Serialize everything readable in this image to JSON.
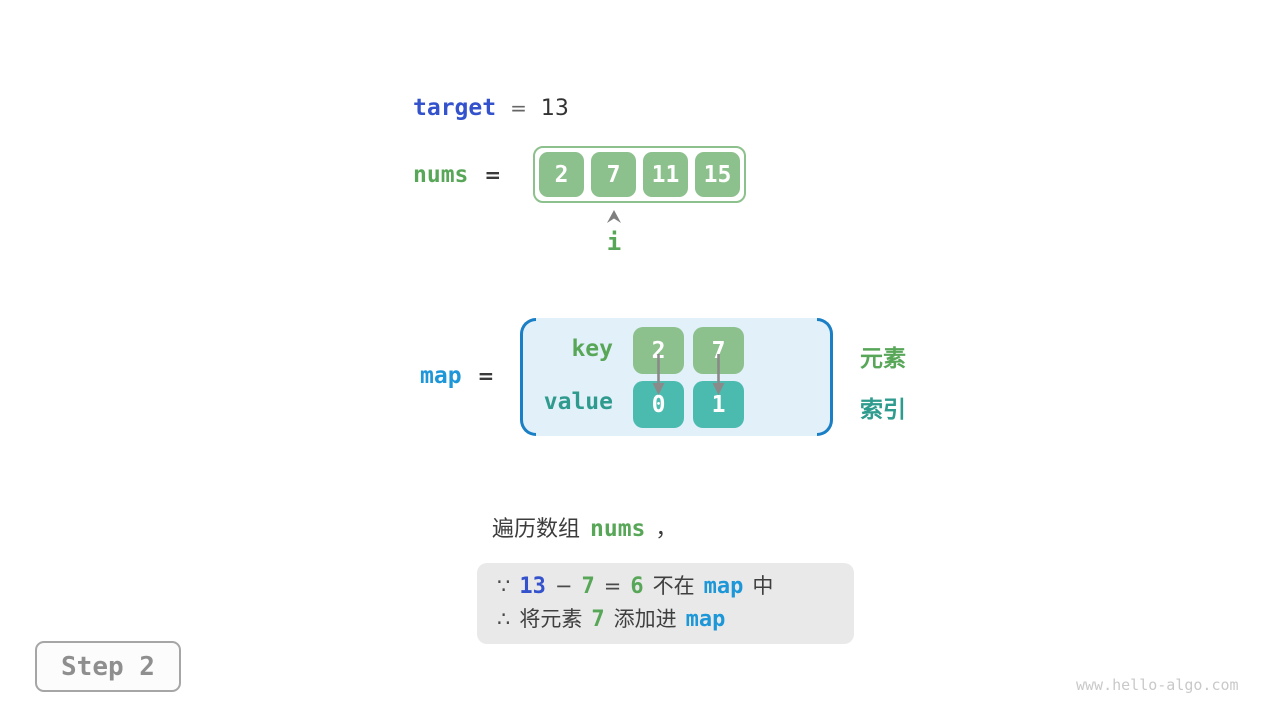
{
  "colors": {
    "indigo_text": "#3352CC",
    "green_text": "#58A758",
    "azure_text": "#1E97D8",
    "teal_text": "#2E9B8E",
    "green_box_fill": "#8CC08C",
    "teal_box_fill": "#4BBBB0",
    "map_container_fill": "#E1F0F9",
    "map_bracket_stroke": "#1B7FC5",
    "note_box_fill": "#E9E9E9",
    "dark_text": "#3C3C3C",
    "arrow_gray": "#8A8A8A"
  },
  "target": {
    "name": "target",
    "equals": "=",
    "value": "13"
  },
  "nums": {
    "name": "nums",
    "equals": "=",
    "values": [
      "2",
      "7",
      "11",
      "15"
    ],
    "pointer": {
      "label": "i",
      "index": 1
    }
  },
  "map": {
    "name": "map",
    "equals": "=",
    "key_label": "key",
    "value_label": "value",
    "entries": [
      {
        "key": "2",
        "value": "0"
      },
      {
        "key": "7",
        "value": "1"
      }
    ],
    "key_annotation": "元素",
    "value_annotation": "索引"
  },
  "caption": {
    "prefix": "遍历数组",
    "code": "nums",
    "comma": "，"
  },
  "note": {
    "line1": {
      "because": "∵",
      "minuend": "13",
      "minus": "−",
      "subtrahend": "7",
      "equals": "=",
      "difference": "6",
      "text_not_in": "不在",
      "map": "map",
      "text_in": "中"
    },
    "line2": {
      "therefore": "∴",
      "text_prefix": "将元素",
      "element": "7",
      "text_suffix": "添加进",
      "map": "map"
    }
  },
  "footer": {
    "step_label": "Step 2",
    "watermark": "www.hello-algo.com"
  }
}
